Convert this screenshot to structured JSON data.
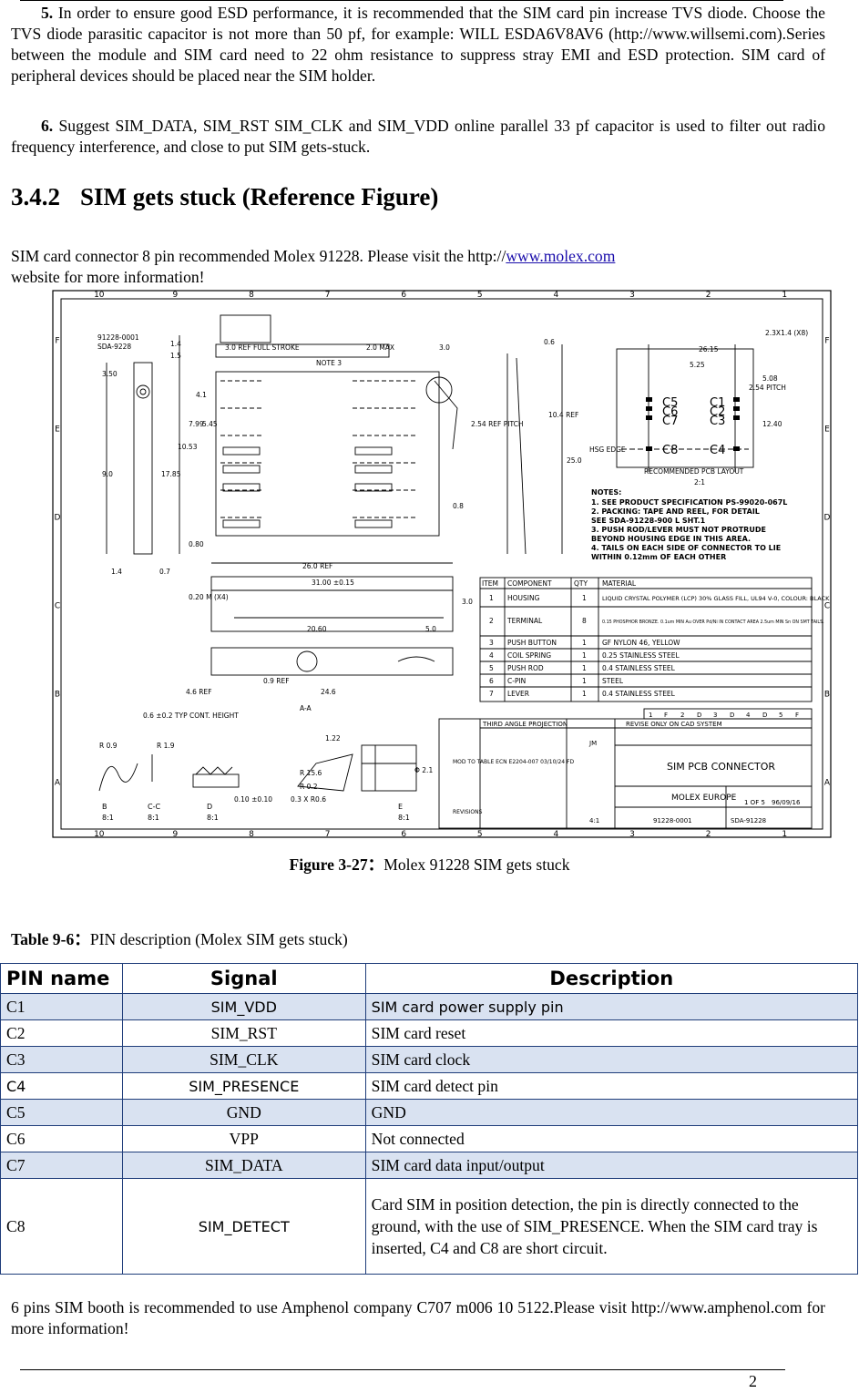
{
  "para1": {
    "num": "5.",
    "text": "In order to ensure good ESD performance, it is recommended that the SIM card pin increase TVS diode. Choose the TVS diode parasitic capacitor is not more than 50 pf, for example: WILL ESDA6V8AV6 (http://www.willsemi.com).Series between the module and SIM card need to 22 ohm resistance to suppress stray EMI and ESD protection. SIM card of peripheral devices should be placed near the SIM holder."
  },
  "para2": {
    "num": "6.",
    "text": "Suggest SIM_DATA, SIM_RST SIM_CLK and SIM_VDD online parallel 33 pf capacitor is used to filter out radio frequency interference, and close to put SIM gets-stuck."
  },
  "heading": {
    "num": "3.4.2",
    "title": "SIM gets stuck (Reference Figure)"
  },
  "intro": {
    "before": "SIM card connector 8 pin recommended Molex 91228. Please visit the http://",
    "link": "www.molex.com ",
    "after": "website for more information!"
  },
  "figure": {
    "col_labels": [
      "10",
      "9",
      "8",
      "7",
      "6",
      "5",
      "4",
      "3",
      "2",
      "1"
    ],
    "row_labels": [
      "F",
      "E",
      "D",
      "C",
      "B",
      "A"
    ],
    "dimensions": [
      "3.0 REF FULL STROKE",
      "2.0 MAX",
      "3.0",
      "NOTE 3",
      "0.6",
      "26.15",
      "5.25",
      "2.54 PITCH",
      "5.08",
      "12.40",
      "1.4",
      "1.5",
      "4.1",
      "3.50",
      "7.99",
      "10.53",
      "5.45",
      "17.85",
      "9.0",
      "2.54 REF PITCH",
      "10.4 REF",
      "25.0",
      "0.8",
      "0.80",
      "1.4",
      "0.7",
      "26.0 REF",
      "31.00 ±0.15",
      "20.60",
      "5.0",
      "3.0",
      "0.9 REF",
      "4.6 REF",
      "24.6",
      "A-A",
      "R 0.9",
      "R 1.9",
      "1.22",
      "R 15.6",
      "R 0.2",
      "0.3 X R0.6",
      "0.10 ±0.10",
      "Φ 2.1",
      "0.6 ±0.2 TYP CONT. HEIGHT",
      "0.20 M (X4)",
      "HSG EDGE",
      "RECOMMENDED PCB LAYOUT",
      "2:1",
      "2.3X1.4 (X8)",
      "91228-0001",
      "SDA-9228"
    ],
    "pads_left": [
      "C5",
      "C6",
      "C7",
      "C8"
    ],
    "pads_right": [
      "C1",
      "C2",
      "C3",
      "C4"
    ],
    "notes_title": "NOTES:",
    "notes": [
      "1. SEE PRODUCT SPECIFICATION PS-99020-067L",
      "2. PACKING: TAPE AND REEL, FOR DETAIL",
      "   SEE SDA-91228-900 L SHT.1",
      "3. PUSH ROD/LEVER MUST NOT PROTRUDE",
      "   BEYOND HOUSING EDGE IN THIS AREA.",
      "4. TAILS ON EACH SIDE OF CONNECTOR TO LIE",
      "   WITHIN 0.12mm OF EACH OTHER"
    ],
    "bom_header": [
      "ITEM",
      "COMPONENT",
      "QTY",
      "MATERIAL"
    ],
    "bom_rows": [
      [
        "1",
        "HOUSING",
        "1",
        "LIQUID CRYSTAL POLYMER (LCP) 30% GLASS FILL, UL94 V-0, COLOUR: BLACK"
      ],
      [
        "2",
        "TERMINAL",
        "8",
        "0.15 PHOSPHOR BRONZE. 0.1um MIN Au OVER Pd/Ni IN CONTACT AREA 2.5um MIN Sn ON SMT TAILS."
      ],
      [
        "3",
        "PUSH BUTTON",
        "1",
        "GF NYLON 46, YELLOW"
      ],
      [
        "4",
        "COIL SPRING",
        "1",
        "0.25 STAINLESS STEEL"
      ],
      [
        "5",
        "PUSH ROD",
        "1",
        "0.4 STAINLESS STEEL"
      ],
      [
        "6",
        "C-PIN",
        "1",
        "STEEL"
      ],
      [
        "7",
        "LEVER",
        "1",
        "0.4 STAINLESS STEEL"
      ]
    ],
    "title_block": {
      "projection": "THIRD ANGLE PROJECTION",
      "cad": "REVISE ONLY ON CAD SYSTEM",
      "title": "SIM PCB CONNECTOR",
      "company": "MOLEX EUROPE",
      "sheet": "1 OF 5",
      "date": "96/09/16",
      "part_no": "91228-0001",
      "doc_no": "SDA-91228",
      "scale": "4:1",
      "drawn": "JM",
      "revision_strip": "MOD TO TABLE ECN E2204-007 03/10/24 FD",
      "revisions": "REVISIONS",
      "sheet_cells": [
        "1",
        "F",
        "2",
        "D",
        "3",
        "D",
        "4",
        "D",
        "5",
        "F"
      ]
    },
    "section_labels": [
      "B",
      "C-C",
      "D",
      "E"
    ],
    "section_scales": [
      "8:1",
      "8:1",
      "8:1",
      "8:1"
    ]
  },
  "figure_caption": {
    "label": "Figure 3-27：",
    "text": "Molex 91228 SIM gets stuck"
  },
  "table_caption": {
    "label": "Table 9-6：",
    "text": "PIN description (Molex SIM gets stuck)"
  },
  "table": {
    "headers": [
      "PIN name",
      "Signal",
      "Description"
    ],
    "rows": [
      {
        "pin": "C1",
        "signal": "SIM_VDD",
        "desc": "SIM card power supply pin"
      },
      {
        "pin": "C2",
        "signal": "SIM_RST",
        "desc": "SIM card reset"
      },
      {
        "pin": "C3",
        "signal": "SIM_CLK",
        "desc": "SIM card clock"
      },
      {
        "pin": "C4",
        "signal": "SIM_PRESENCE",
        "desc": "SIM card detect pin"
      },
      {
        "pin": "C5",
        "signal": "GND",
        "desc": "GND"
      },
      {
        "pin": "C6",
        "signal": "VPP",
        "desc": "Not connected"
      },
      {
        "pin": "C7",
        "signal": "SIM_DATA",
        "desc": "SIM card data input/output"
      },
      {
        "pin": "C8",
        "signal": "SIM_DETECT",
        "desc": "Card SIM in position detection, the pin is directly connected to the ground, with the use of SIM_PRESENCE. When the SIM card tray is inserted, C4 and C8 are short circuit."
      }
    ]
  },
  "outro": {
    "text": "6 pins SIM booth is recommended to use Amphenol company C707 m006 10 5122.Please visit http://www.amphenol.com for more information!"
  },
  "page_number": "2"
}
